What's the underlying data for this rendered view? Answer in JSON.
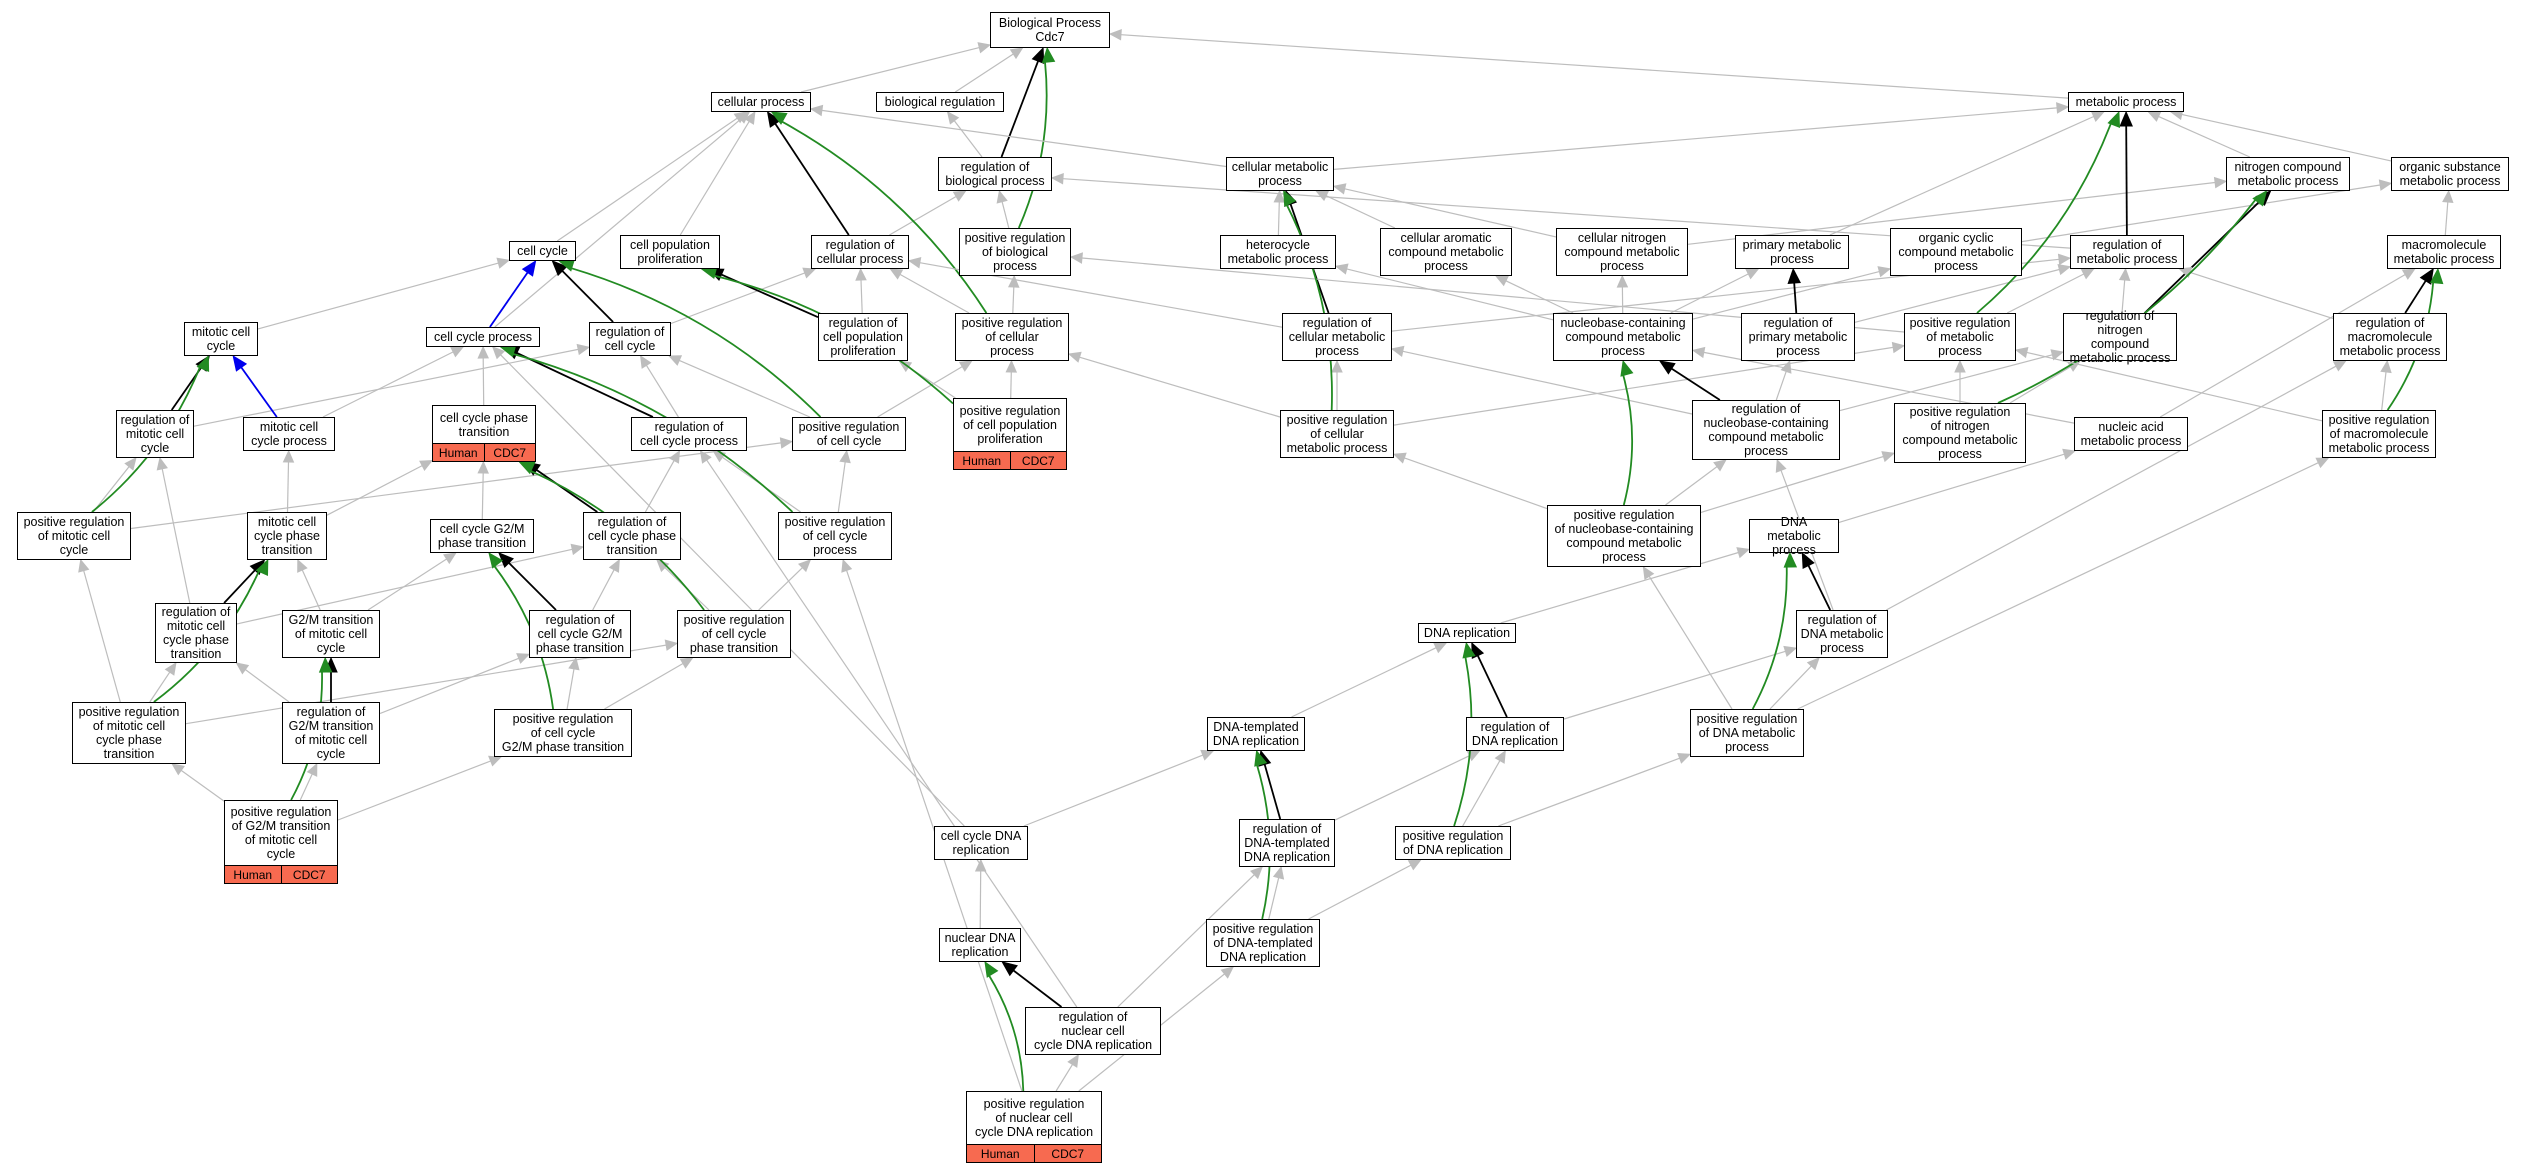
{
  "annotation": {
    "species": "Human",
    "gene": "CDC7",
    "fill": "#f76a50"
  },
  "edge_colors": {
    "is_a": "#bdbdbd",
    "part_of": "#000000",
    "positively_regulates": "#228b22",
    "regulates": "#0000ee"
  },
  "nodes": {
    "bp": "Biological Process\nCdc7",
    "cellular_process": "cellular process",
    "biological_regulation": "biological regulation",
    "metabolic_process": "metabolic process",
    "reg_biological_process": "regulation of\nbiological process",
    "cellular_metabolic_process": "cellular metabolic\nprocess",
    "nitrogen_compound_mp": "nitrogen compound\nmetabolic process",
    "organic_substance_mp": "organic substance\nmetabolic process",
    "cell_cycle": "cell cycle",
    "cell_population_proliferation": "cell population\nproliferation",
    "reg_cellular_process": "regulation of\ncellular process",
    "pos_reg_biological_process": "positive regulation\nof biological\nprocess",
    "heterocycle_mp": "heterocycle\nmetabolic process",
    "cellular_aromatic_mp": "cellular aromatic\ncompound metabolic\nprocess",
    "cellular_nitrogen_mp": "cellular nitrogen\ncompound metabolic\nprocess",
    "primary_mp": "primary metabolic\nprocess",
    "organic_cyclic_mp": "organic cyclic\ncompound metabolic\nprocess",
    "reg_metabolic_process": "regulation of\nmetabolic process",
    "macromolecule_mp": "macromolecule\nmetabolic process",
    "mitotic_cell_cycle": "mitotic cell\ncycle",
    "cell_cycle_process": "cell cycle process",
    "reg_cell_cycle": "regulation of\ncell cycle",
    "reg_cell_pop_prolif": "regulation of\ncell population\nproliferation",
    "pos_reg_cellular_process": "positive regulation\nof cellular\nprocess",
    "reg_cellular_mp": "regulation of\ncellular metabolic\nprocess",
    "nucleobase_mp": "nucleobase-containing\ncompound metabolic\nprocess",
    "reg_primary_mp": "regulation of\nprimary metabolic\nprocess",
    "pos_reg_metabolic_process": "positive regulation\nof metabolic\nprocess",
    "reg_nitrogen_mp": "regulation of\nnitrogen compound\nmetabolic process",
    "reg_macromolecule_mp": "regulation of\nmacromolecule\nmetabolic process",
    "reg_mitotic_cell_cycle": "regulation of\nmitotic cell\ncycle",
    "mitotic_cell_cycle_process": "mitotic cell\ncycle process",
    "cell_cycle_phase_transition": "cell cycle phase\ntransition",
    "reg_cell_cycle_process": "regulation of\ncell cycle process",
    "pos_reg_cell_cycle": "positive regulation\nof cell cycle",
    "pos_reg_cell_pop_prolif": "positive regulation\nof cell population\nproliferation",
    "pos_reg_cellular_mp": "positive regulation\nof cellular\nmetabolic process",
    "reg_nucleobase_mp": "regulation of\nnucleobase-containing\ncompound metabolic\nprocess",
    "pos_reg_nitrogen_mp": "positive regulation\nof nitrogen\ncompound metabolic\nprocess",
    "nucleic_acid_mp": "nucleic acid\nmetabolic process",
    "pos_reg_macromolecule_mp": "positive regulation\nof macromolecule\nmetabolic process",
    "pos_reg_mitotic_cell_cycle": "positive regulation\nof mitotic cell\ncycle",
    "mitotic_cc_phase_transition": "mitotic cell\ncycle phase\ntransition",
    "cc_g2m_phase_transition": "cell cycle G2/M\nphase transition",
    "reg_cc_phase_transition": "regulation of\ncell cycle phase\ntransition",
    "pos_reg_cell_cycle_process": "positive regulation\nof cell cycle\nprocess",
    "pos_reg_nucleobase_mp": "positive regulation\nof nucleobase-containing\ncompound metabolic\nprocess",
    "dna_metabolic_process": "DNA metabolic\nprocess",
    "reg_mitotic_cc_phase_transition": "regulation of\nmitotic cell\ncycle phase\ntransition",
    "g2m_transition_mitotic": "G2/M transition\nof mitotic cell\ncycle",
    "reg_cc_g2m": "regulation of\ncell cycle G2/M\nphase transition",
    "pos_reg_cc_phase_transition": "positive regulation\nof cell cycle\nphase transition",
    "dna_replication": "DNA replication",
    "reg_dna_mp": "regulation of\nDNA metabolic\nprocess",
    "pos_reg_mitotic_cc_phase_transition": "positive regulation\nof mitotic cell\ncycle phase\ntransition",
    "reg_g2m_transition": "regulation of\nG2/M transition\nof mitotic cell\ncycle",
    "pos_reg_cc_g2m": "positive regulation\nof cell cycle\nG2/M phase transition",
    "dna_templated_replication": "DNA-templated\nDNA replication",
    "reg_dna_replication": "regulation of\nDNA replication",
    "pos_reg_dna_mp": "positive regulation\nof DNA metabolic\nprocess",
    "pos_reg_g2m_transition": "positive regulation\nof G2/M transition\nof mitotic cell\ncycle",
    "cell_cycle_dna_replication": "cell cycle DNA\nreplication",
    "reg_dna_templated_replication": "regulation of\nDNA-templated\nDNA replication",
    "pos_reg_dna_replication": "positive regulation\nof DNA replication",
    "pos_reg_dna_templated_replication": "positive regulation\nof DNA-templated\nDNA replication",
    "nuclear_dna_replication": "nuclear DNA\nreplication",
    "reg_nuclear_cc_dna_replication": "regulation of\nnuclear cell\ncycle DNA replication",
    "pos_reg_nuclear_cc_dna_replication": "positive regulation\nof nuclear cell\ncycle DNA replication"
  }
}
